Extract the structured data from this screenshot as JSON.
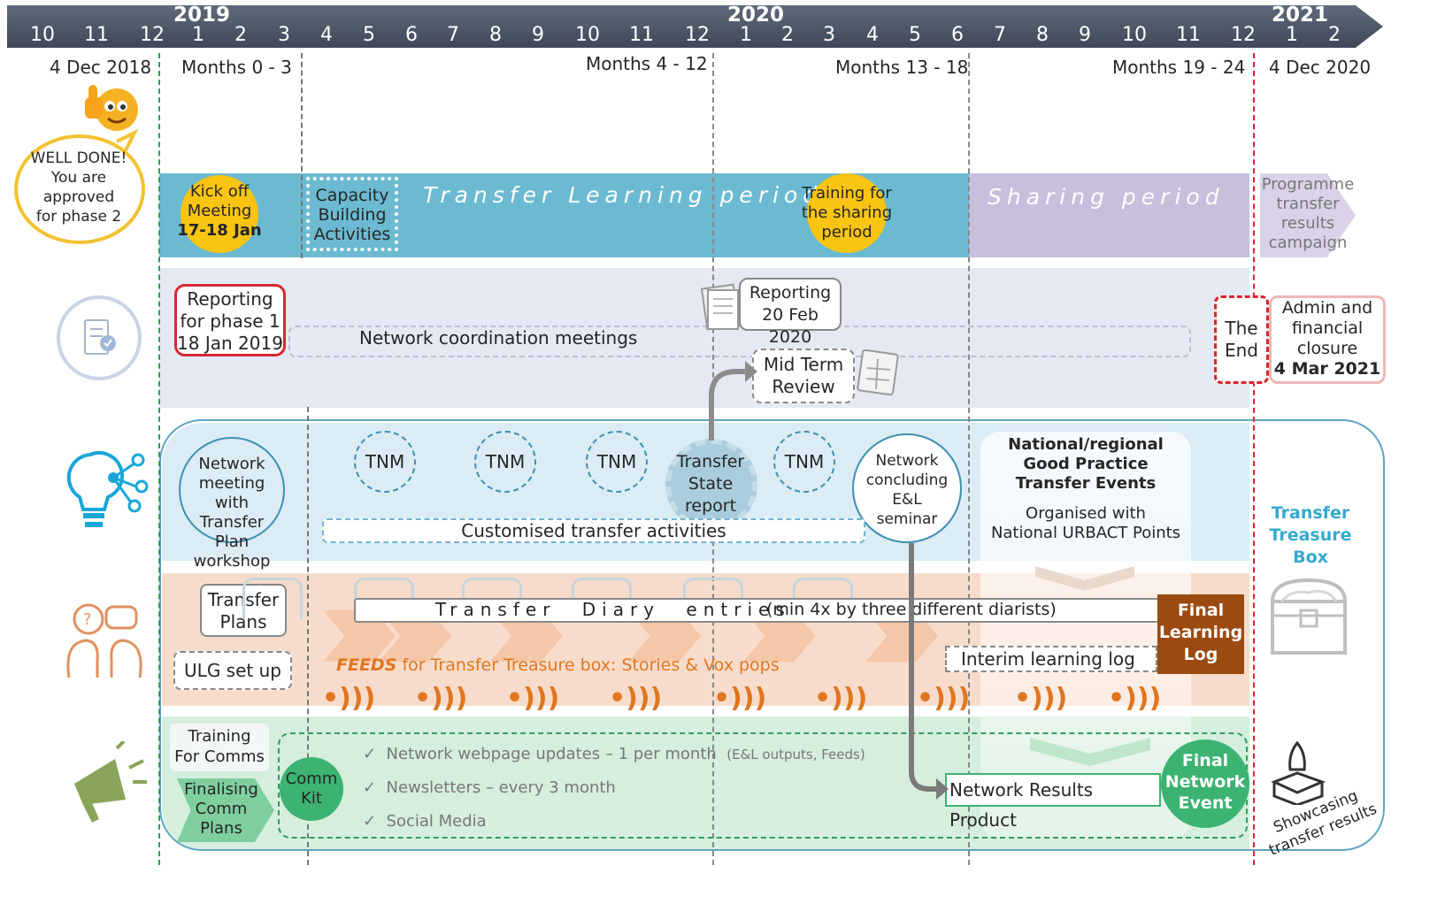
{
  "timeline": {
    "years": [
      "2019",
      "2020",
      "2021"
    ],
    "months": [
      "10",
      "11",
      "12",
      "1",
      "2",
      "3",
      "4",
      "5",
      "6",
      "7",
      "8",
      "9",
      "10",
      "11",
      "12",
      "1",
      "2",
      "3",
      "4",
      "5",
      "6",
      "7",
      "8",
      "9",
      "10",
      "11",
      "12",
      "1",
      "2"
    ],
    "phase_labels": [
      "4 Dec 2018",
      "Months 0 - 3",
      "Months 4 - 12",
      "Months 13 - 18",
      "Months 19 - 24",
      "4 Dec 2020"
    ]
  },
  "well_done": {
    "line1": "WELL DONE!",
    "line2": "You are",
    "line3": "approved",
    "line4": "for phase 2"
  },
  "phases": {
    "kickoff": {
      "line1": "Kick off",
      "line2": "Meeting",
      "date": "17-18 Jan"
    },
    "capacity": {
      "line1": "Capacity",
      "line2": "Building",
      "line3": "Activities"
    },
    "transfer_learning": "Transfer Learning period",
    "training_sharing": {
      "line1": "Training for",
      "line2": "the sharing",
      "line3": "period"
    },
    "sharing": "Sharing period",
    "programme": {
      "line1": "Programme",
      "line2": "transfer",
      "line3": "results",
      "line4": "campaign"
    }
  },
  "management": {
    "reporting1": {
      "line1": "Reporting",
      "line2": "for phase 1",
      "line3": "18 Jan 2019"
    },
    "coordination": "Network coordination meetings",
    "reporting2": {
      "line1": "Reporting",
      "line2": "20 Feb 2020"
    },
    "midterm": {
      "line1": "Mid Term",
      "line2": "Review"
    },
    "the_end": {
      "line1": "The",
      "line2": "End"
    },
    "closure": {
      "line1": "Admin and",
      "line2": "financial",
      "line3": "closure",
      "date": "4 Mar 2021"
    }
  },
  "learning": {
    "network_meeting": {
      "line1": "Network",
      "line2": "meeting with",
      "line3": "Transfer Plan",
      "line4": "workshop"
    },
    "tnm": "TNM",
    "transfer_state": {
      "line1": "Transfer",
      "line2": "State",
      "line3": "report"
    },
    "concluding": {
      "line1": "Network",
      "line2": "concluding",
      "line3": "E&L",
      "line4": "seminar"
    },
    "customised": "Customised transfer activities",
    "national": {
      "line1": "National/regional",
      "line2": "Good Practice",
      "line3": "Transfer Events",
      "line4": "Organised with",
      "line5": "National URBACT Points"
    },
    "treasure": {
      "line1": "Transfer",
      "line2": "Treasure",
      "line3": "Box"
    }
  },
  "local": {
    "transfer_plans": {
      "line1": "Transfer",
      "line2": "Plans"
    },
    "ulg": "ULG set up",
    "diary_title": "Transfer Diary entries",
    "diary_note": "(min 4x by three different diarists)",
    "feeds_bold": "FEEDS",
    "feeds_text": "for Transfer Treasure box: Stories  & Vox pops",
    "interim": "Interim learning log",
    "final_log": {
      "line1": "Final",
      "line2": "Learning",
      "line3": "Log"
    }
  },
  "comms": {
    "training": {
      "line1": "Training",
      "line2": "For Comms"
    },
    "finalising": {
      "line1": "Finalising",
      "line2": "Comm",
      "line3": "Plans"
    },
    "comm_kit": {
      "line1": "Comm",
      "line2": "Kit"
    },
    "items": [
      "Network webpage updates – 1 per month",
      "Newsletters – every 3 month",
      "Social Media"
    ],
    "item1_note": "(E&L outputs, Feeds)",
    "results_product": "Network Results Product",
    "final_event": {
      "line1": "Final",
      "line2": "Network",
      "line3": "Event"
    },
    "showcasing": {
      "line1": "Showcasing",
      "line2": "transfer results"
    }
  },
  "colors": {
    "header": "#4a5566",
    "teal": "#69b8cf",
    "lavender": "#c8bcdb",
    "mgmt": "#e4e9f3",
    "learn": "#dcecf5",
    "local": "#f8dccb",
    "comms": "#d5eedd",
    "accent_green": "#3cb371",
    "orange": "#e0761f",
    "brown": "#9b4a10",
    "red": "#d8262e"
  }
}
